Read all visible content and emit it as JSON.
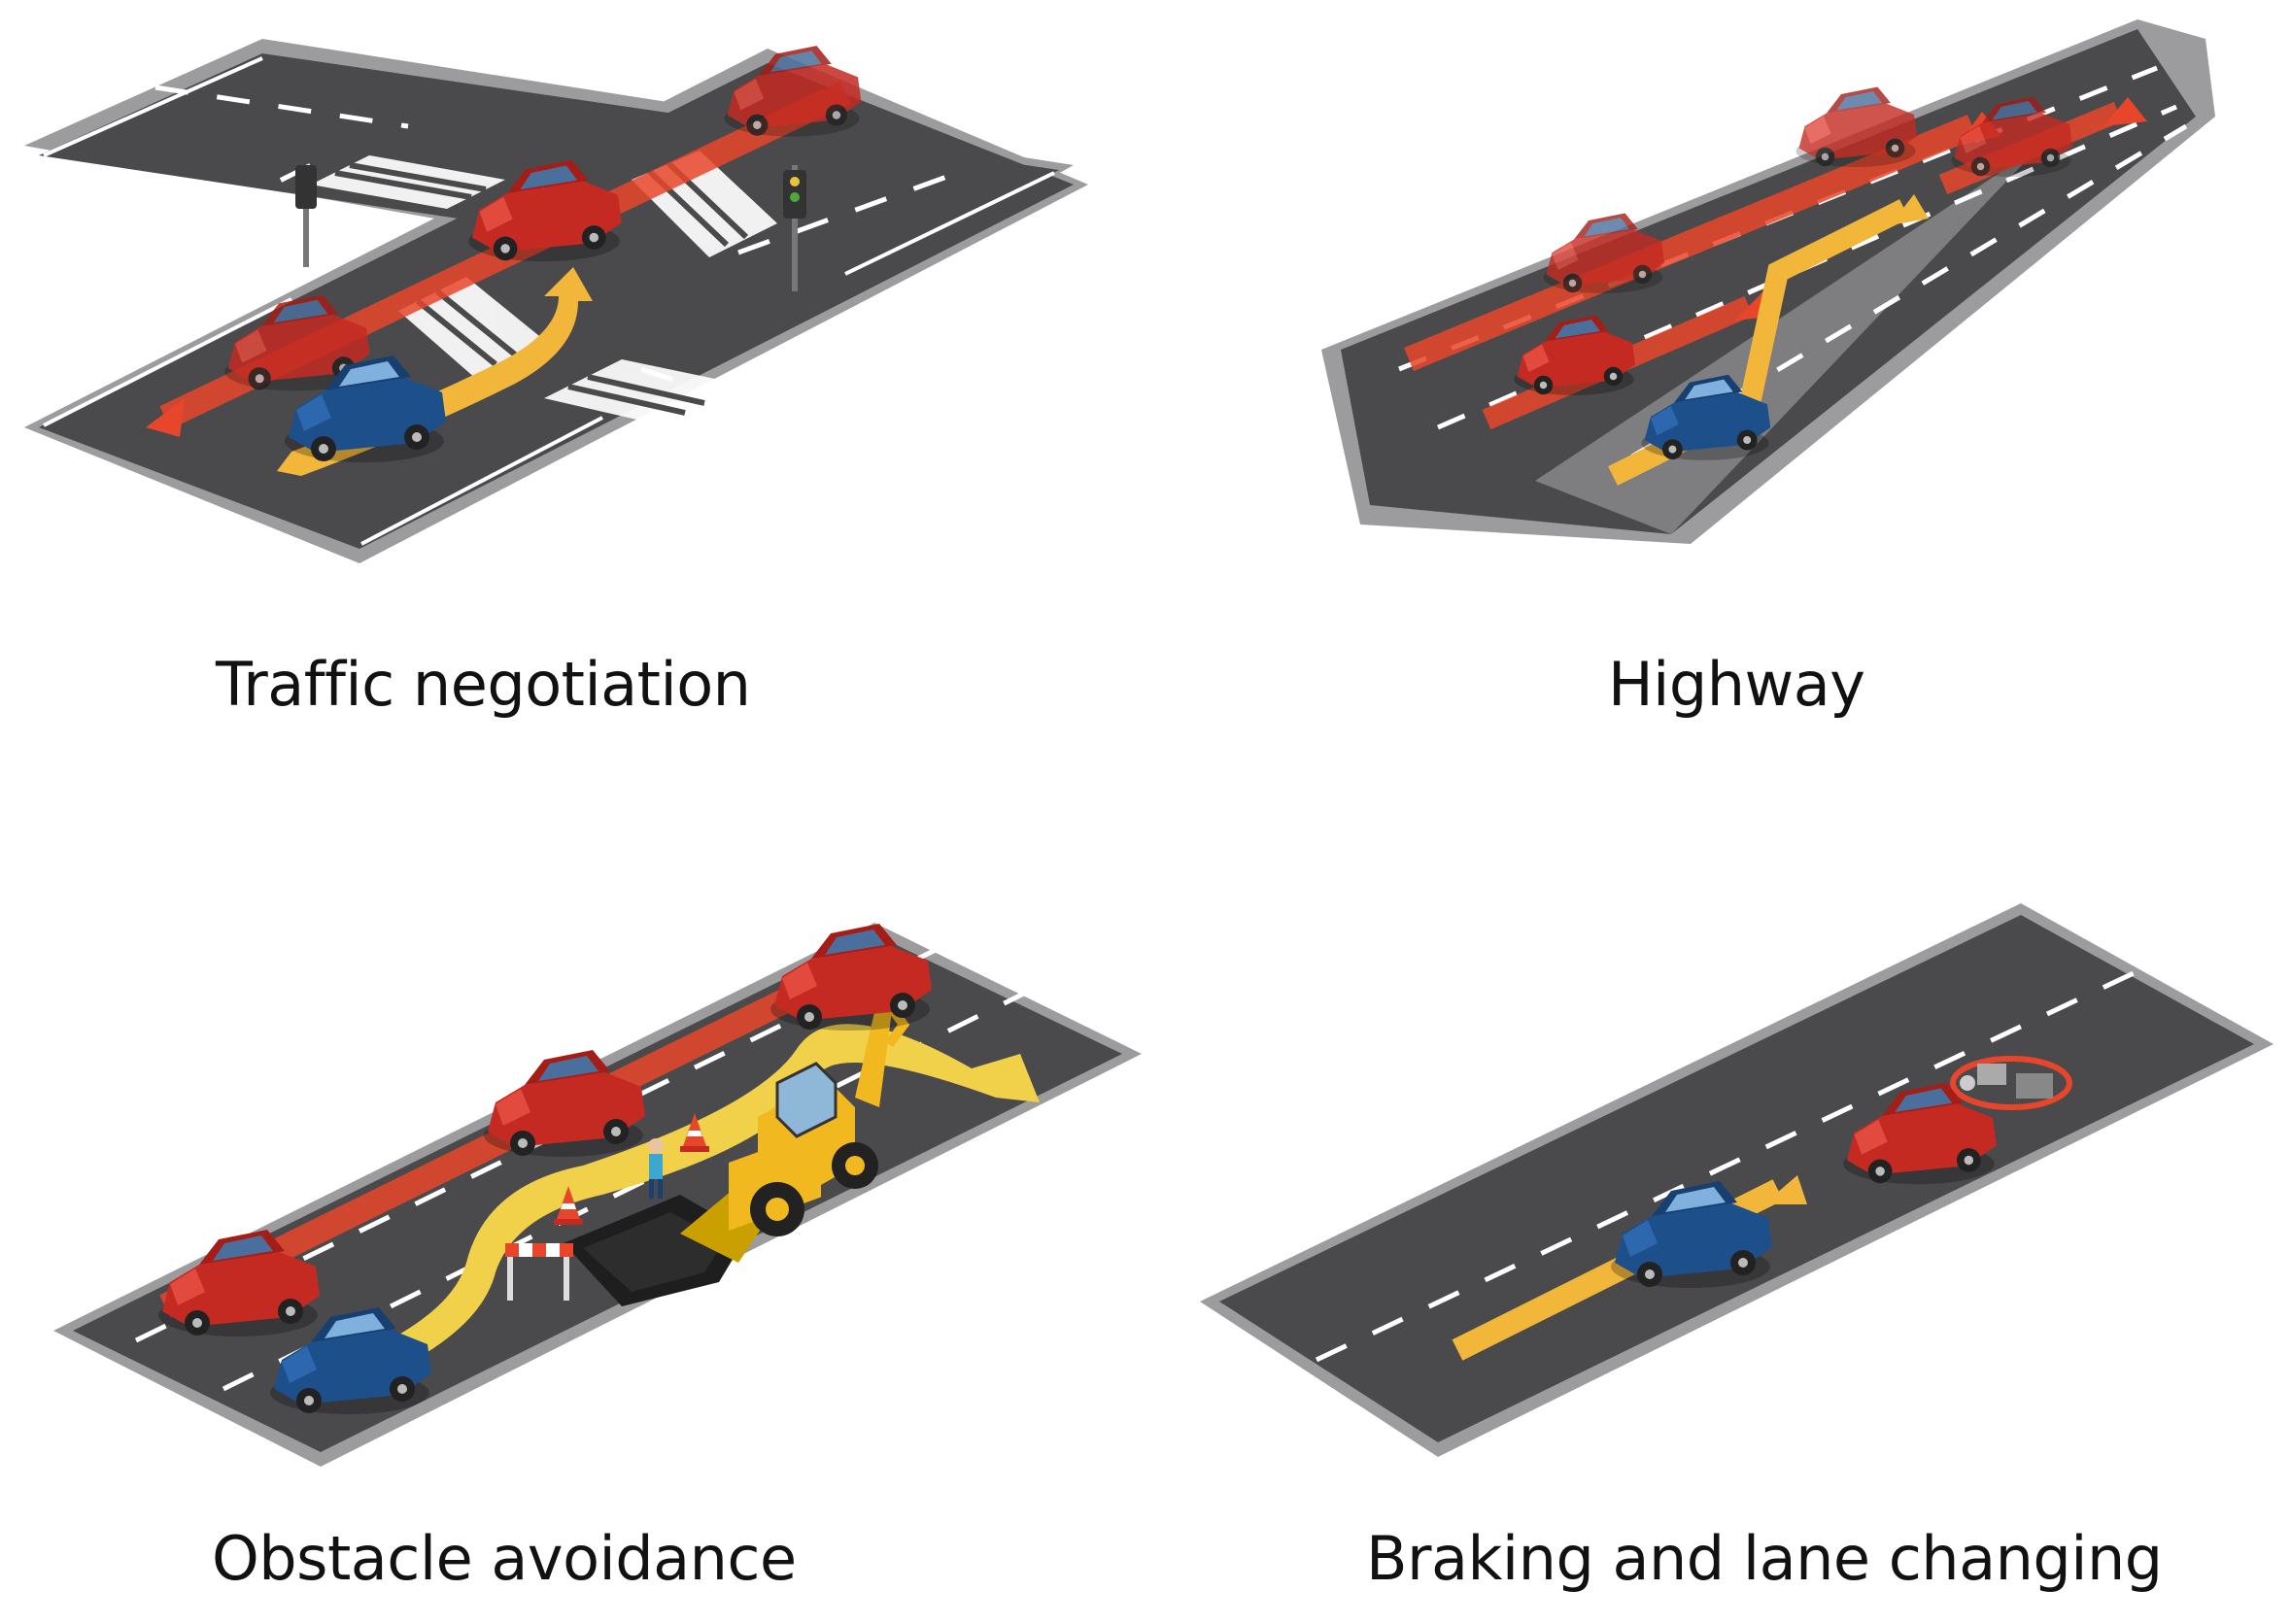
{
  "scenarios": [
    {
      "id": "traffic",
      "label": "Traffic negotiation"
    },
    {
      "id": "highway",
      "label": "Highway"
    },
    {
      "id": "obstacle",
      "label": "Obstacle avoidance"
    },
    {
      "id": "braking",
      "label": "Braking and lane changing"
    }
  ],
  "colors": {
    "road": "#4a4a4c",
    "shoulder": "#9c9c9e",
    "lane_marking": "#ffffff",
    "ego_car": "#1d4f8a",
    "other_car": "#c42a22",
    "red_path": "#e8462a",
    "ego_path": "#f2b63a"
  }
}
